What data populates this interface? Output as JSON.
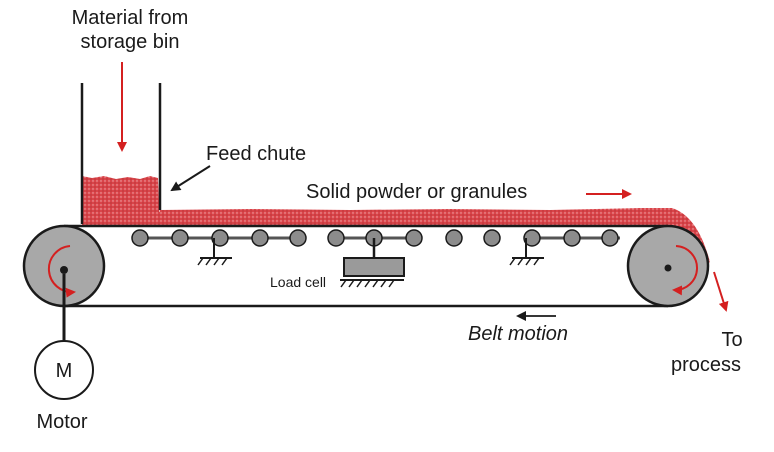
{
  "labels": {
    "material_line1": "Material from",
    "material_line2": "storage bin",
    "feed_chute": "Feed chute",
    "solid_powder": "Solid powder or granules",
    "load_cell": "Load cell",
    "belt_motion": "Belt motion",
    "to_line1": "To",
    "to_line2": "process",
    "motor_symbol": "M",
    "motor": "Motor"
  },
  "colors": {
    "material": "#d9444a",
    "arrow": "#d42020",
    "line": "#1a1a1a",
    "pulley": "#a8a8a8",
    "roller": "#8c8c8c"
  }
}
